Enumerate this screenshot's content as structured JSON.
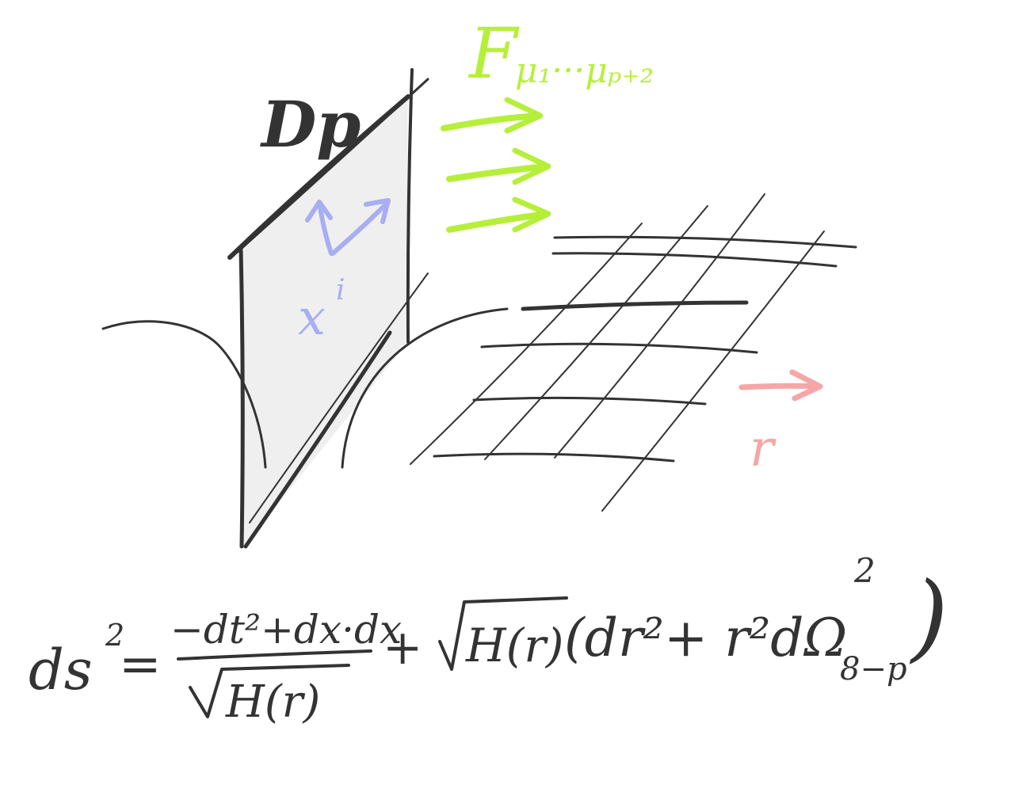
{
  "labels": {
    "brane": "Dp",
    "flux": "F",
    "flux_indices": "μ₁···μₚ₊₂",
    "brane_coord": "x",
    "brane_coord_index": "i",
    "radial": "r"
  },
  "equation": {
    "lhs": "ds",
    "lhs_power": "2",
    "equals": "=",
    "numerator": "−dt²+dx·dx",
    "denominator": "H(r)",
    "plus": "+",
    "sqrt_term": "H(r)",
    "paren_term": "(dr²+ r²dΩ",
    "omega_power": "2",
    "omega_sub": "8−p",
    "close_paren": ")"
  },
  "colors": {
    "ink": "#333333",
    "flux": "#b6ef3b",
    "brane_coords": "#a7aef2",
    "radial": "#f5a6a6",
    "brane_fill": "#efefef"
  },
  "icons": {
    "flux_arrows": "right-arrow-icon",
    "coord_arrows": "up-right-arrow-icon",
    "radial_arrow": "right-arrow-icon"
  }
}
